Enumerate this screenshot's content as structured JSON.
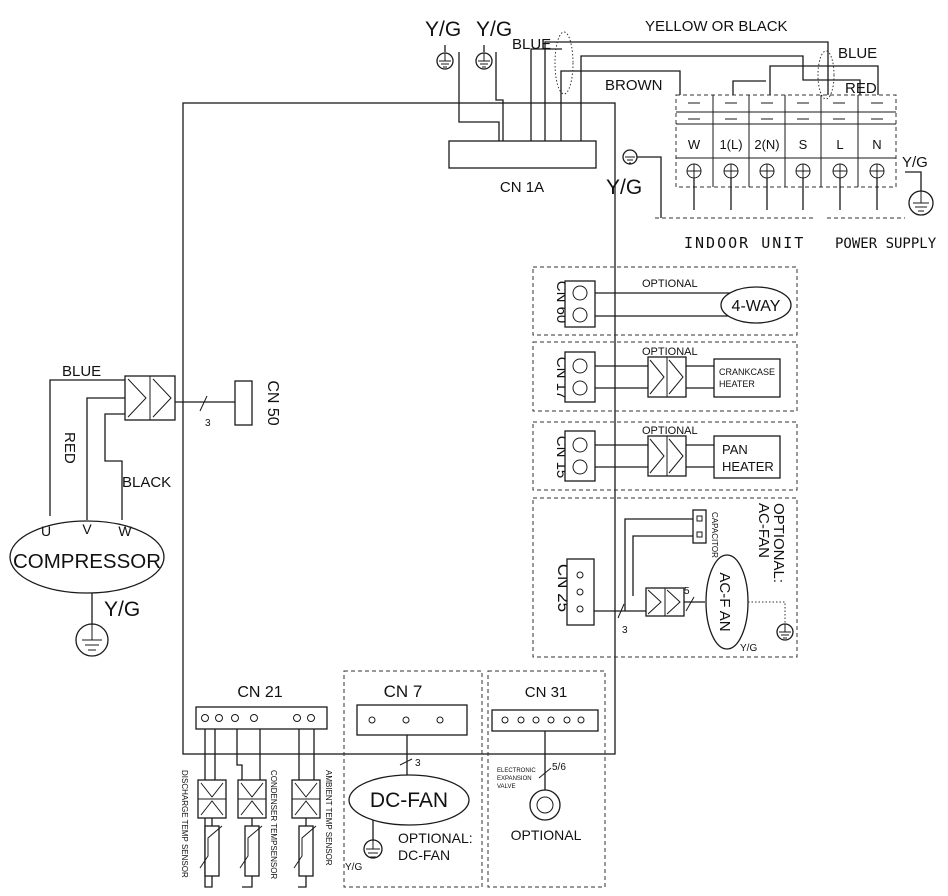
{
  "wiring": {
    "wire_yellow_or_black": "YELLOW OR BLACK",
    "wire_blue_top": "BLUE",
    "wire_blue_right": "BLUE",
    "wire_brown": "BROWN",
    "wire_red_right": "RED",
    "wire_blue_left": "BLUE",
    "wire_red_left": "RED",
    "wire_black": "BLACK",
    "yg": "Y/G",
    "wire_count_3": "3",
    "wire_count_5": "5",
    "wire_count_56": "5/6"
  },
  "connectors": {
    "cn1a": "CN 1A",
    "cn60": "CN 60",
    "cn17": "CN 17",
    "cn15": "CN 15",
    "cn25": "CN 25",
    "cn50": "CN 50",
    "cn21": "CN 21",
    "cn7": "CN 7",
    "cn31": "CN 31"
  },
  "terminals": {
    "labels": [
      "W",
      "1(L)",
      "2(N)",
      "S",
      "L",
      "N"
    ],
    "indoor_unit": "INDOOR UNIT",
    "power_supply": "POWER SUPPLY"
  },
  "components": {
    "optional": "OPTIONAL",
    "four_way": "4-WAY",
    "crankcase_line1": "CRANKCASE",
    "crankcase_line2": "HEATER",
    "pan_line1": "PAN",
    "pan_line2": "HEATER",
    "capacitor": "CAPACITOR",
    "optional_acfan_line1": "OPTIONAL:",
    "optional_acfan_line2": "AC-FAN",
    "ac_fan": "AC-F AN",
    "compressor": "COMPRESSOR",
    "compressor_u": "U",
    "compressor_v": "V",
    "compressor_w": "W",
    "dc_fan": "DC-FAN",
    "optional_dcfan_line1": "OPTIONAL:",
    "optional_dcfan_line2": "DC-FAN",
    "eev_line1": "ELECTRONIC",
    "eev_line2": "EXPANSION",
    "eev_line3": "VALVE",
    "optional_eev": "OPTIONAL",
    "sensor_discharge": "DISCHARGE TEMP SENSOR",
    "sensor_condenser": "CONDENSER TEMPSENSOR",
    "sensor_ambient": "AMBIENT TEMP SENSOR"
  }
}
